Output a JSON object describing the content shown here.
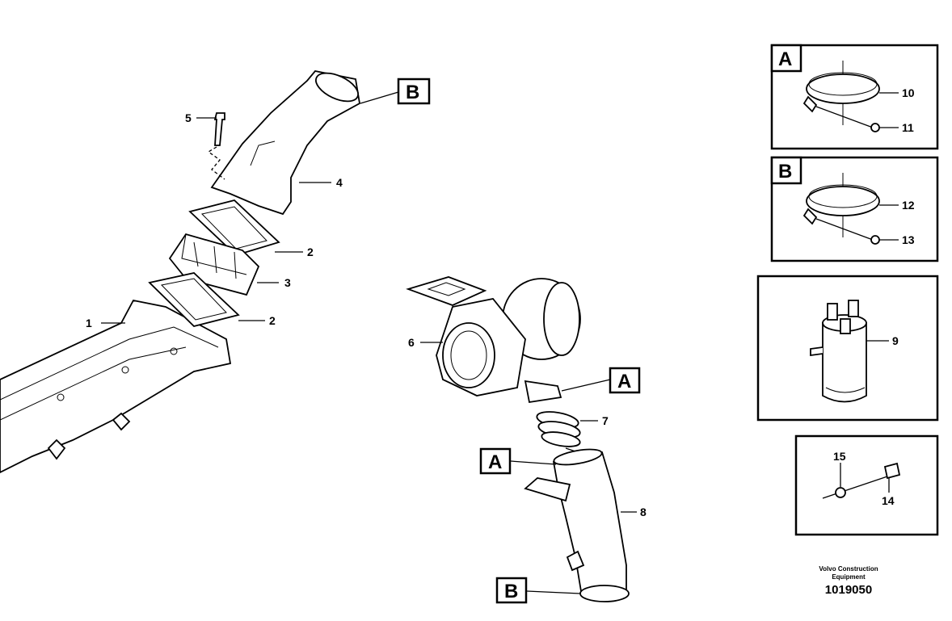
{
  "diagram": {
    "callouts": {
      "p1": "1",
      "p2a": "2",
      "p2b": "2",
      "p3": "3",
      "p4": "4",
      "p5": "5",
      "p6": "6",
      "p7": "7",
      "p8": "8",
      "p9": "9",
      "p10": "10",
      "p11": "11",
      "p12": "12",
      "p13": "13",
      "p14": "14",
      "p15": "15"
    },
    "refs": {
      "a1": "A",
      "a2": "A",
      "a3": "A",
      "b1": "B",
      "b2": "B",
      "b3": "B"
    }
  },
  "footer": {
    "company_line1": "Volvo Construction",
    "company_line2": "Equipment",
    "drawing_number": "1019050"
  }
}
